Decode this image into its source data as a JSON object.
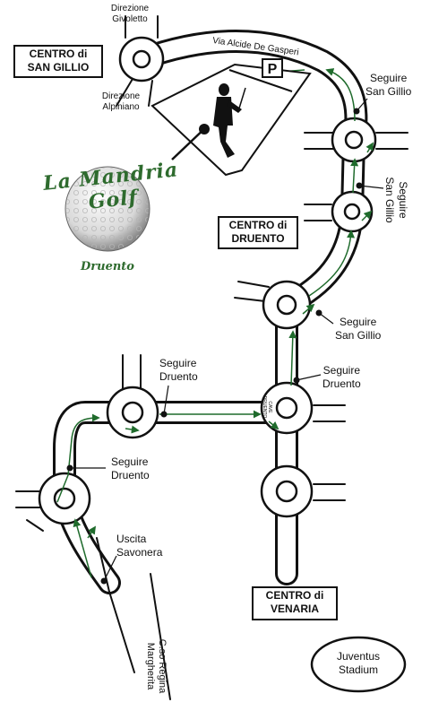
{
  "map": {
    "places": {
      "san_gillio": "CENTRO di\nSAN GILLIO",
      "druento": "CENTRO di\nDRUENTO",
      "venaria": "CENTRO di\nVENARIA",
      "stadium": "Juventus\nStadium"
    },
    "directions": {
      "givoletto": "Direzione\nGivoletto",
      "alpignano": "Direzione\nAlpiniano"
    },
    "street": "Via Alcide De Gasperi",
    "parking": "P",
    "notes": {
      "follow_san_gillio_1": "Seguire\nSan Gillio",
      "follow_san_gillio_2": "Seguire\nSan Gillio",
      "follow_san_gillio_3": "Seguire\nSan Gillio",
      "follow_druento_1": "Seguire\nDruento",
      "follow_druento_2": "Seguire\nDruento",
      "follow_druento_3": "Seguire\nDruento",
      "exit_savonera": "Uscita\nSavonera",
      "cave": "CAVE\nDRUENTO",
      "corso": "C.so Regina\nMargherita"
    },
    "logo": {
      "text": "La Mandria Golf",
      "subtitle": "Druento"
    },
    "colors": {
      "route": "#1f6b2c",
      "road": "#111111",
      "logo_green": "#2e6b2e"
    }
  }
}
